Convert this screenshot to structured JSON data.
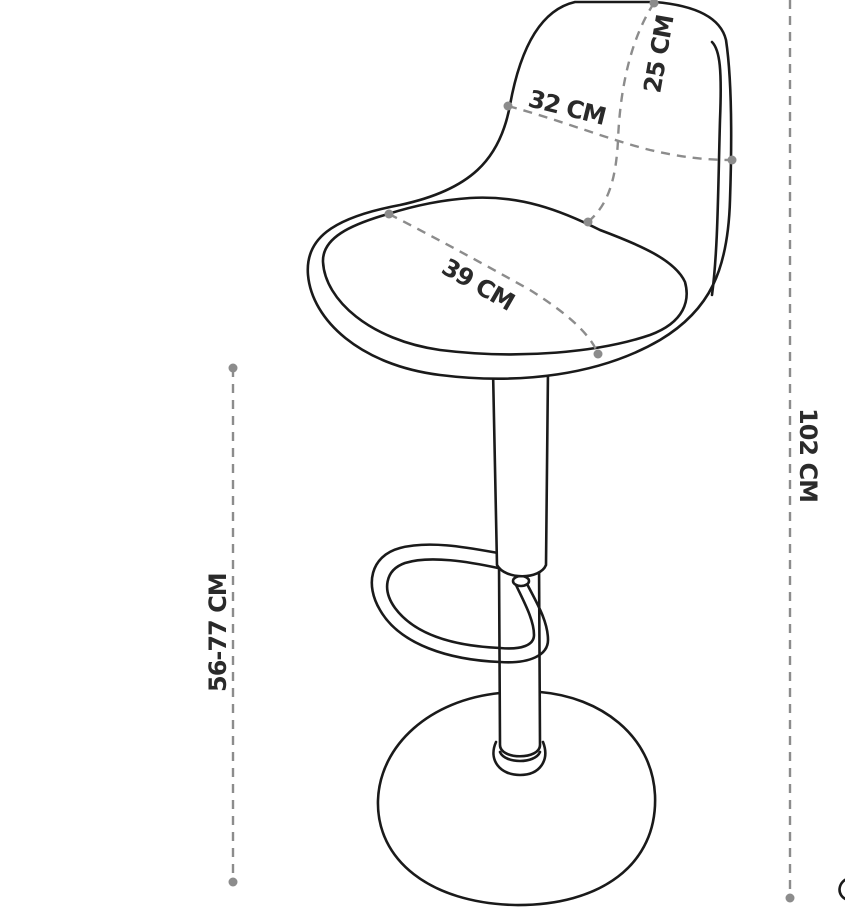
{
  "diagram": {
    "subject": "Bar stool with shell seat, gas-lift column, footrest ring and round base",
    "colors": {
      "line": "#1a1a1a",
      "dimension_line": "#8c8c8c",
      "label": "#2a2a2a",
      "background": "#ffffff"
    },
    "dimensions": {
      "backrest_height": {
        "label": "25 CM"
      },
      "backrest_width": {
        "label": "32 CM"
      },
      "seat_depth": {
        "label": "39 CM"
      },
      "total_height": {
        "label": "102 CM"
      },
      "seat_height_range": {
        "label": "56-77 CM"
      }
    },
    "parts": [
      "backrest-shell",
      "seat-cushion",
      "gas-lift-column",
      "footrest-ring",
      "round-base"
    ]
  }
}
